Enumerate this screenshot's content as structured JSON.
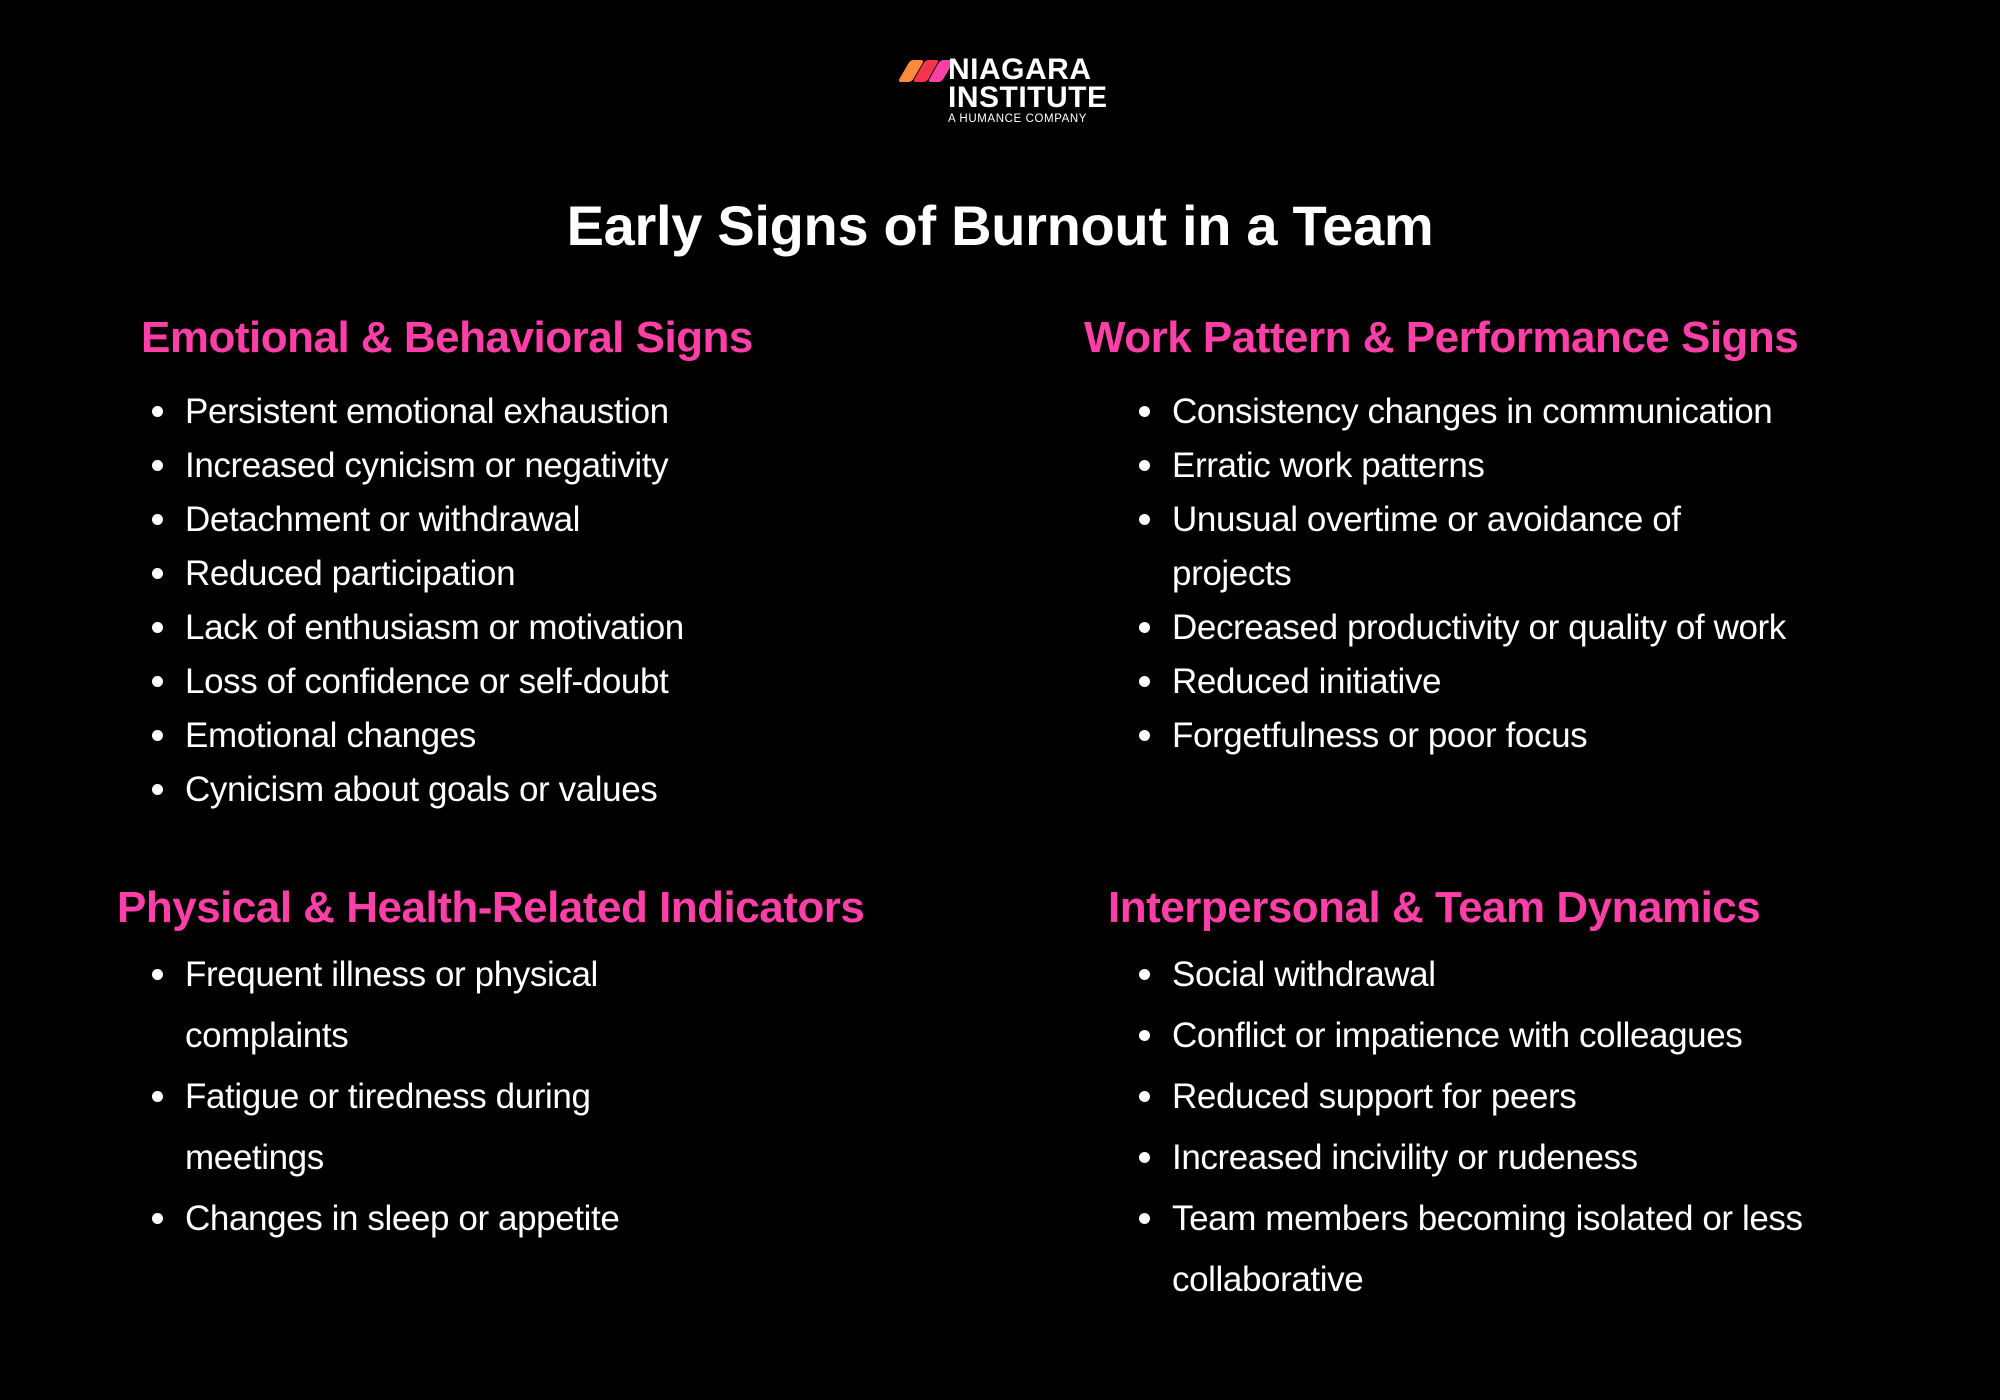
{
  "logo": {
    "name_line1": "NIAGARA",
    "name_line2": "INSTITUTE",
    "tagline": "A HUMANCE COMPANY",
    "stripe_colors": [
      "#ff8a3d",
      "#f2364a",
      "#ff3fa8"
    ]
  },
  "title": "Early Signs of Burnout in a Team",
  "colors": {
    "background": "#000000",
    "heading_accent": "#ff3fa8",
    "text": "#ffffff"
  },
  "sections": [
    {
      "heading": "Emotional & Behavioral Signs",
      "items": [
        "Persistent emotional exhaustion",
        "Increased cynicism or negativity",
        "Detachment or withdrawal",
        "Reduced participation",
        "Lack of enthusiasm or motivation",
        "Loss of confidence or self-doubt",
        "Emotional changes",
        "Cynicism about goals or values"
      ]
    },
    {
      "heading": "Work Pattern & Performance Signs",
      "items": [
        "Consistency changes in communication",
        "Erratic work patterns",
        "Unusual overtime or avoidance of projects",
        "Decreased productivity or quality of work",
        "Reduced initiative",
        "Forgetfulness or poor focus"
      ]
    },
    {
      "heading": "Physical & Health-Related Indicators",
      "items": [
        "Frequent illness or physical complaints",
        "Fatigue or tiredness during meetings",
        "Changes in sleep or appetite"
      ]
    },
    {
      "heading": "Interpersonal & Team Dynamics",
      "items": [
        "Social withdrawal",
        "Conflict or impatience with colleagues",
        "Reduced support for peers",
        "Increased incivility or rudeness",
        "Team members becoming isolated or less collaborative"
      ]
    }
  ]
}
